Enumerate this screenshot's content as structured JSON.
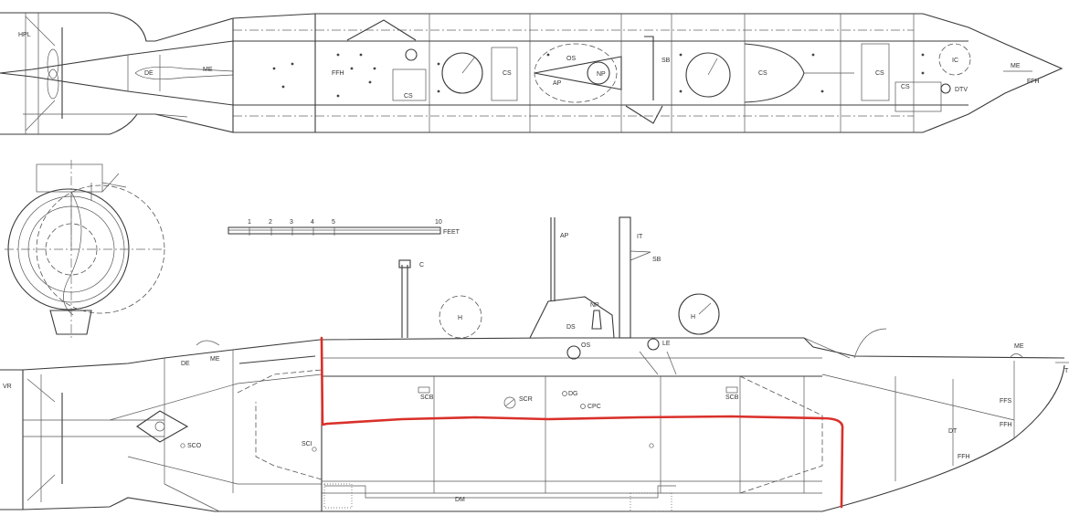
{
  "plan_view": {
    "labels": [
      "HPL",
      "DE",
      "ME",
      "FFH",
      "CS",
      "CS",
      "OS",
      "NP",
      "AP",
      "SB",
      "CS",
      "CS",
      "CS",
      "IC",
      "DTV",
      "ME",
      "FFH"
    ]
  },
  "scale_bar": {
    "ticks": [
      "1",
      "2",
      "3",
      "4",
      "5",
      "10"
    ],
    "unit": "FEET"
  },
  "elevation_view": {
    "labels": [
      "ME",
      "DE",
      "VR",
      "SCO",
      "SCI",
      "SCB",
      "SCR",
      "DG",
      "CPC",
      "SCB",
      "DM",
      "C",
      "H",
      "AP",
      "IT",
      "SB",
      "NP",
      "DS",
      "OS",
      "H",
      "LE",
      "ME",
      "T",
      "FFS",
      "FFH",
      "DT",
      "FFH"
    ]
  },
  "annotation": {
    "color": "#d9302a"
  }
}
